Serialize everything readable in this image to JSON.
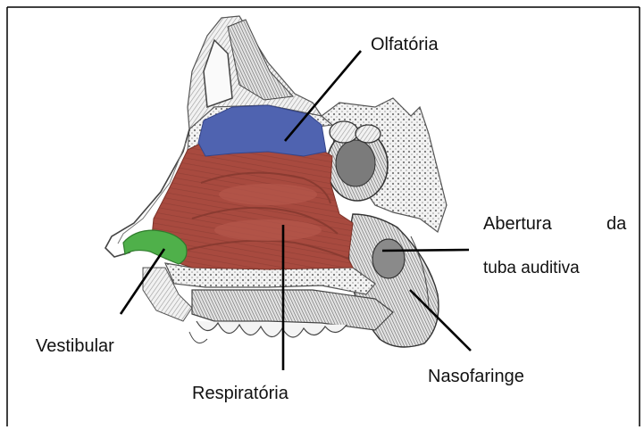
{
  "labels": {
    "olfatoria": "Olfatória",
    "abertura_line1_word1": "Abertura",
    "abertura_line1_word2": "da",
    "abertura_line2": "tuba auditiva",
    "vestibular": "Vestibular",
    "respiratoria": "Respiratória",
    "nasofaringe": "Nasofaringe"
  },
  "colors": {
    "olfactory_region": "#4f63b0",
    "respiratory_region": "#a84a3f",
    "vestibular_region": "#4fb04a",
    "leader_lines": "#000000",
    "border": "#000000"
  }
}
